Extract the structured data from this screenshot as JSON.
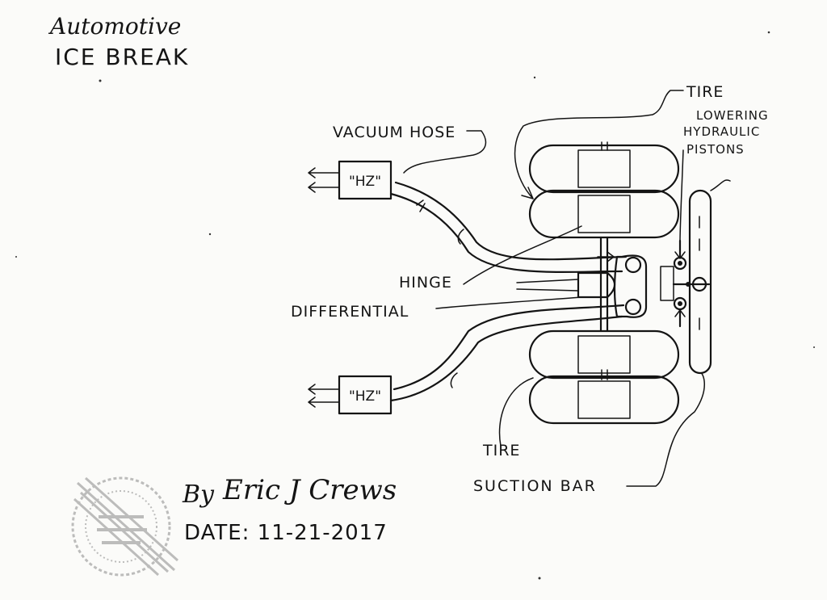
{
  "title": {
    "line1": "Automotive",
    "line2": "ICE BREAK"
  },
  "labels": {
    "vacuum_hose": "VACUUM HOSE",
    "tire_top": "TIRE",
    "lowering_line1": "LOWERING",
    "lowering_line2": "HYDRAULIC",
    "lowering_line3": "PISTONS",
    "hinge": "HINGE",
    "differential": "DIFFERENTIAL",
    "tire_bottom": "TIRE",
    "suction_bar": "SUCTION BAR",
    "hz_top": "\"HZ\"",
    "hz_bottom": "\"HZ\""
  },
  "signature": {
    "by": "By",
    "name": "Eric J Crews",
    "date": "DATE: 11-21-2017"
  },
  "colors": {
    "ink": "#141414",
    "paper": "#fbfbf9",
    "stamp": "#8a8a8a"
  },
  "icons": {
    "stamp": "notary-seal-stamp"
  }
}
